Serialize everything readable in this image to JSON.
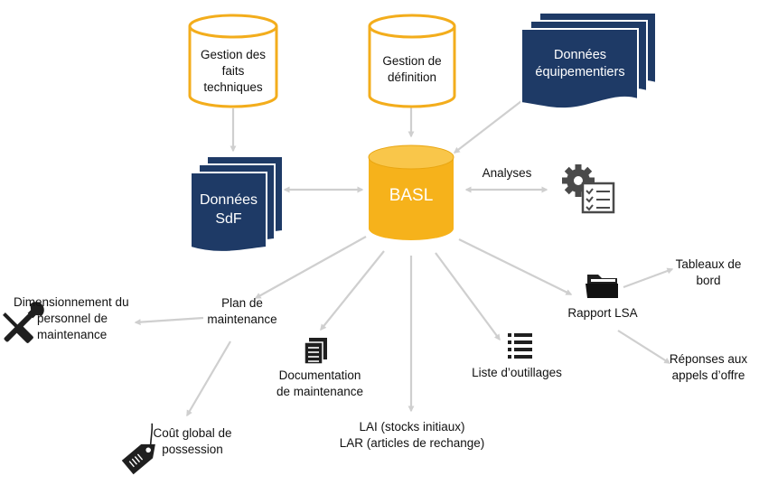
{
  "colors": {
    "navy": "#1e3a66",
    "gold": "#f6b21b",
    "gold_stroke": "#f3ad1c",
    "arrow": "#cfcfcf",
    "icon": "#1f1f1f",
    "icon_gray": "#444444"
  },
  "nodes": {
    "faits": {
      "lines": [
        "Gestion des",
        "faits",
        "techniques"
      ],
      "shape": "cylinder"
    },
    "definition": {
      "lines": [
        "Gestion de",
        "définition"
      ],
      "shape": "cylinder"
    },
    "equipement": {
      "lines": [
        "Données",
        "équipementiers"
      ],
      "shape": "document-stack"
    },
    "sdf": {
      "lines": [
        "Données",
        "SdF"
      ],
      "shape": "document-stack"
    },
    "basl": {
      "label": "BASL",
      "shape": "cylinder"
    },
    "analyses": {
      "label": "Analyses",
      "icon": "gear-checklist-icon"
    },
    "plan": {
      "lines": [
        "Plan de",
        "maintenance"
      ]
    },
    "dimensionnement": {
      "lines": [
        "Dimensionnement du",
        "personnel de",
        "maintenance"
      ],
      "icon": "wrench-screwdriver-icon"
    },
    "cout": {
      "lines": [
        "Coût global de",
        "possession"
      ],
      "icon": "price-tag-icon"
    },
    "documentation": {
      "lines": [
        "Documentation",
        "de maintenance"
      ],
      "icon": "document-icon"
    },
    "lai": {
      "lines": [
        "LAI (stocks initiaux)",
        "LAR (articles de rechange)"
      ]
    },
    "outillages": {
      "label": "Liste d’outillages",
      "icon": "list-icon"
    },
    "rapport": {
      "label": "Rapport LSA",
      "icon": "folder-icon"
    },
    "tableaux": {
      "lines": [
        "Tableaux de",
        "bord"
      ]
    },
    "reponses": {
      "lines": [
        "Réponses aux",
        "appels d’offre"
      ]
    }
  }
}
